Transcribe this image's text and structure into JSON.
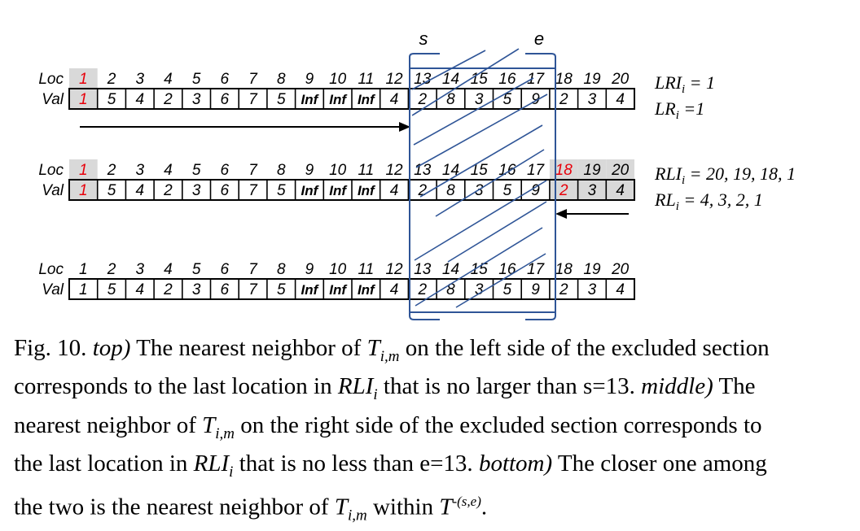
{
  "section_markers": {
    "start": "s",
    "end": "e"
  },
  "rows": [
    {
      "loc_label": "Loc",
      "val_label": "Val",
      "locs": [
        "1",
        "2",
        "3",
        "4",
        "5",
        "6",
        "7",
        "8",
        "9",
        "10",
        "11",
        "12",
        "13",
        "14",
        "15",
        "16",
        "17",
        "18",
        "19",
        "20"
      ],
      "vals": [
        "1",
        "5",
        "4",
        "2",
        "3",
        "6",
        "7",
        "5",
        "Inf",
        "Inf",
        "Inf",
        "4",
        "2",
        "8",
        "3",
        "5",
        "9",
        "2",
        "3",
        "4"
      ],
      "highlight_locs": [
        1
      ],
      "arrow": "right",
      "notes": [
        "LRI",
        "i",
        " = 1",
        "LR",
        "i",
        " =1"
      ]
    },
    {
      "loc_label": "Loc",
      "val_label": "Val",
      "locs": [
        "1",
        "2",
        "3",
        "4",
        "5",
        "6",
        "7",
        "8",
        "9",
        "10",
        "11",
        "12",
        "13",
        "14",
        "15",
        "16",
        "17",
        "18",
        "19",
        "20"
      ],
      "vals": [
        "1",
        "5",
        "4",
        "2",
        "3",
        "6",
        "7",
        "5",
        "Inf",
        "Inf",
        "Inf",
        "4",
        "2",
        "8",
        "3",
        "5",
        "9",
        "2",
        "3",
        "4"
      ],
      "highlight_locs": [
        1,
        18,
        19,
        20
      ],
      "arrow": "left",
      "notes": [
        "RLI",
        "i",
        " = 20, 19, 18, 1",
        "RL",
        "i",
        " = 4, 3, 2, 1"
      ]
    },
    {
      "loc_label": "Loc",
      "val_label": "Val",
      "locs": [
        "1",
        "2",
        "3",
        "4",
        "5",
        "6",
        "7",
        "8",
        "9",
        "10",
        "11",
        "12",
        "13",
        "14",
        "15",
        "16",
        "17",
        "18",
        "19",
        "20"
      ],
      "vals": [
        "1",
        "5",
        "4",
        "2",
        "3",
        "6",
        "7",
        "5",
        "Inf",
        "Inf",
        "Inf",
        "4",
        "2",
        "8",
        "3",
        "5",
        "9",
        "2",
        "3",
        "4"
      ],
      "highlight_locs": [],
      "arrow": "none",
      "notes": []
    }
  ],
  "colors": {
    "highlight_text": "#e8000b",
    "section_box": "#2f5597",
    "highlight_fill": "#d9d9d9"
  },
  "caption": {
    "line1": [
      "Fig. 10. ",
      "top)",
      " The nearest neighbor of ",
      "T",
      "i,m",
      " on the left side of the excluded section"
    ],
    "line2": [
      "corresponds to the last location in ",
      "RLI",
      "i",
      " that is no larger than s=13. ",
      "middle)",
      " The"
    ],
    "line3": [
      "nearest neighbor of ",
      "T",
      "i,m",
      " on the right side of the excluded section corresponds to"
    ],
    "line4": [
      "the last location in ",
      "RLI",
      "i",
      " that is no less than e=13. ",
      "bottom)",
      " The closer one among"
    ],
    "line5": [
      "the two is the nearest neighbor of ",
      "T",
      "i,m",
      " within ",
      "T",
      "-(s,e)",
      "."
    ]
  }
}
